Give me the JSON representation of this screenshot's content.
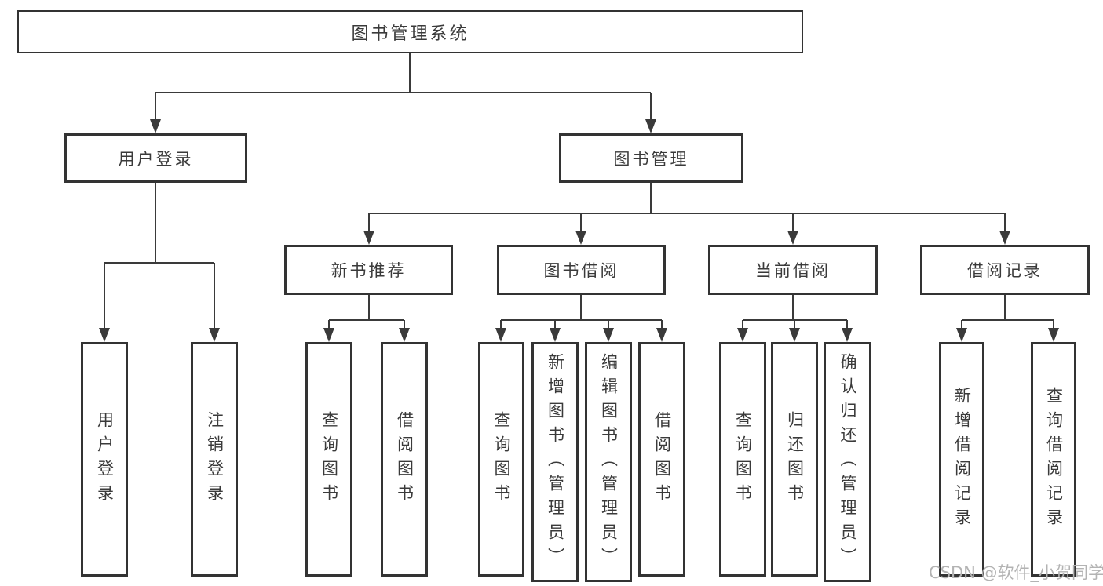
{
  "diagram": {
    "level1": {
      "root": "图书管理系统"
    },
    "level2": {
      "user_login": "用户登录",
      "book_management": "图书管理"
    },
    "level3": {
      "new_book_recommend": "新书推荐",
      "book_borrowing": "图书借阅",
      "current_borrowing": "当前借阅",
      "borrowing_records": "借阅记录"
    },
    "level4": {
      "user_login_leaf": "用户登录",
      "logout": "注销登录",
      "nb_query_books": "查询图书",
      "nb_borrow_books": "借阅图书",
      "bb_query_books": "查询图书",
      "bb_add_books_admin": "新增图书（管理员）",
      "bb_edit_books_admin": "编辑图书（管理员）",
      "bb_borrow_books": "借阅图书",
      "cb_query_books": "查询图书",
      "cb_return_books": "归还图书",
      "cb_confirm_return_admin": "确认归还（管理员）",
      "br_add_record": "新增借阅记录",
      "br_query_record": "查询借阅记录"
    }
  },
  "watermark": "CSDN @软件_小贺同学",
  "colors": {
    "line": "#3a3a3a",
    "border": "#333333",
    "text": "#3a3a3a",
    "watermark": "#b3b3b3",
    "background": "#ffffff"
  }
}
